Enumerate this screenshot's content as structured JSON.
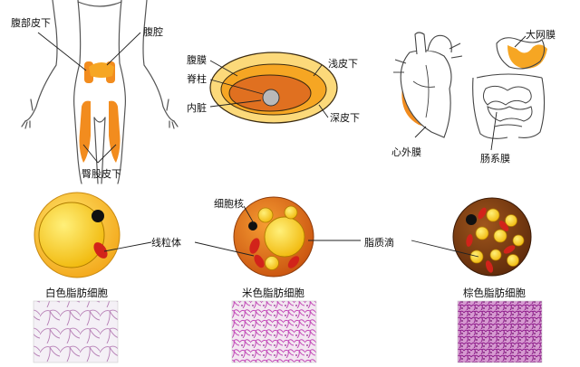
{
  "labels": {
    "abdominal_subcutaneous": "腹部皮下",
    "abdominal_cavity": "腹腔",
    "gluteofemoral_subcutaneous": "臀股皮下",
    "peritoneum": "腹膜",
    "spine": "脊柱",
    "viscera": "内脏",
    "superficial_subcutaneous": "浅皮下",
    "deep_subcutaneous": "深皮下",
    "epicardium": "心外膜",
    "greater_omentum": "大网膜",
    "mesentery": "肠系膜",
    "nucleus": "细胞核",
    "mitochondria": "线粒体",
    "lipid_droplet": "脂质滴"
  },
  "cells": [
    {
      "name": "白色脂肪细胞"
    },
    {
      "name": "米色脂肪细胞"
    },
    {
      "name": "棕色脂肪细胞"
    }
  ],
  "colors": {
    "orange": "#F28C1E",
    "dark_orange": "#D9661A",
    "light_yellow": "#FCD97A",
    "yellow": "#FFD21A",
    "red": "#D2231A",
    "brown": "#7A3A12",
    "tissue_pink": "#B23AA8"
  }
}
